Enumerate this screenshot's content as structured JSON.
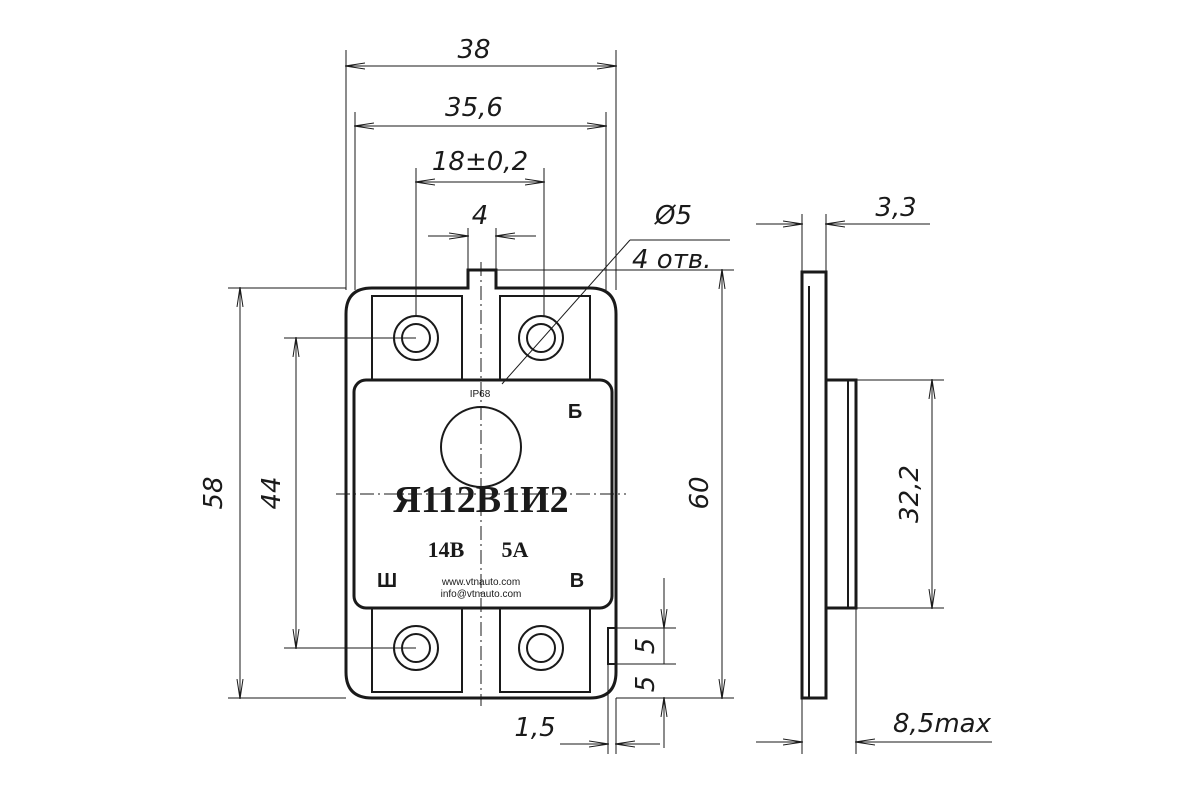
{
  "drawing": {
    "dims": {
      "width_overall": "38",
      "width_inner": "35,6",
      "hole_pitch": "18±0,2",
      "notch_width": "4",
      "hole_diameter": "Ø5",
      "hole_count": "4 отв.",
      "height_overall": "58",
      "hole_vertical_pitch": "44",
      "height_total": "60",
      "thickness": "3,3",
      "body_height": "32,2",
      "tab_size_1": "5",
      "tab_size_2": "5",
      "tab_offset": "1,5",
      "depth_max": "8,5max"
    },
    "label": {
      "ip": "IP68",
      "model": "Я112В1И2",
      "voltage": "14В",
      "current": "5А",
      "website": "www.vtnauto.com",
      "email": "info@vtnauto.com",
      "terminal_b": "Б",
      "terminal_sh": "Ш",
      "terminal_v": "В"
    }
  }
}
